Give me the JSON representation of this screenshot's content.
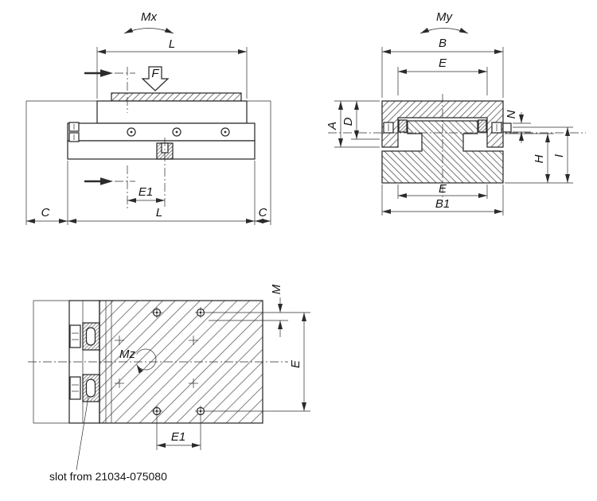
{
  "drawing": {
    "note": "slot from 21034-075080"
  },
  "front": {
    "moment": "Mx",
    "force": "F",
    "length_top": "L",
    "stroke_left": "C",
    "length_bottom": "L",
    "stroke_right": "C",
    "hole_spacing": "E1"
  },
  "section": {
    "moment": "My",
    "width_top": "B",
    "spacing_top": "E",
    "height_total": "A",
    "height_saddle": "D",
    "gib_offset": "N",
    "height_i": "I",
    "height_h": "H",
    "spacing_bottom": "E",
    "width_bottom": "B1"
  },
  "plan": {
    "moment": "Mz",
    "thread": "M",
    "hole_spacing_vertical": "E",
    "hole_spacing_horizontal": "E1"
  }
}
